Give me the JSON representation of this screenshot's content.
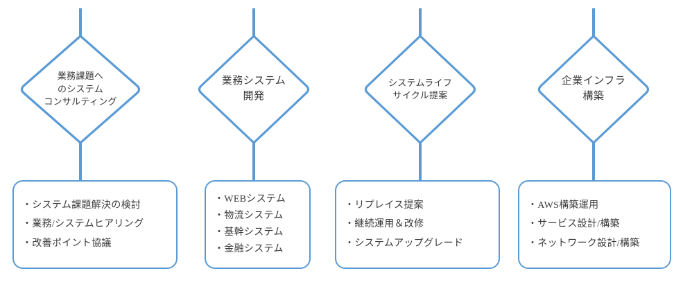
{
  "theme": {
    "stroke_color": "#5B9BD5",
    "text_color": "#3B3B3B",
    "background_color": "#FFFFFF"
  },
  "columns": [
    {
      "id": "consulting",
      "diamond": {
        "name": "business-issue-consulting",
        "lines": [
          "業務課題へ",
          "のシステム",
          "コンサルティング"
        ]
      },
      "panel": {
        "items": [
          "・システム課題解決の検討",
          "・業務/システムヒアリング",
          "・改善ポイント協議"
        ]
      }
    },
    {
      "id": "development",
      "diamond": {
        "name": "business-system-development",
        "lines": [
          "業務システム",
          "開発"
        ]
      },
      "panel": {
        "items": [
          "・WEBシステム",
          "・物流システム",
          "・基幹システム",
          "・金融システム"
        ]
      }
    },
    {
      "id": "lifecycle",
      "diamond": {
        "name": "system-lifecycle-proposal",
        "lines": [
          "システムライフ",
          "サイクル提案"
        ]
      },
      "panel": {
        "items": [
          "・リプレイス提案",
          "・継続運用＆改修",
          "・システムアップグレード"
        ]
      }
    },
    {
      "id": "infrastructure",
      "diamond": {
        "name": "enterprise-infrastructure-construction",
        "lines": [
          "企業インフラ",
          "構築"
        ]
      },
      "panel": {
        "items": [
          "・AWS構築運用",
          "・サービス設計/構築",
          "・ネットワーク設計/構築"
        ]
      }
    }
  ]
}
